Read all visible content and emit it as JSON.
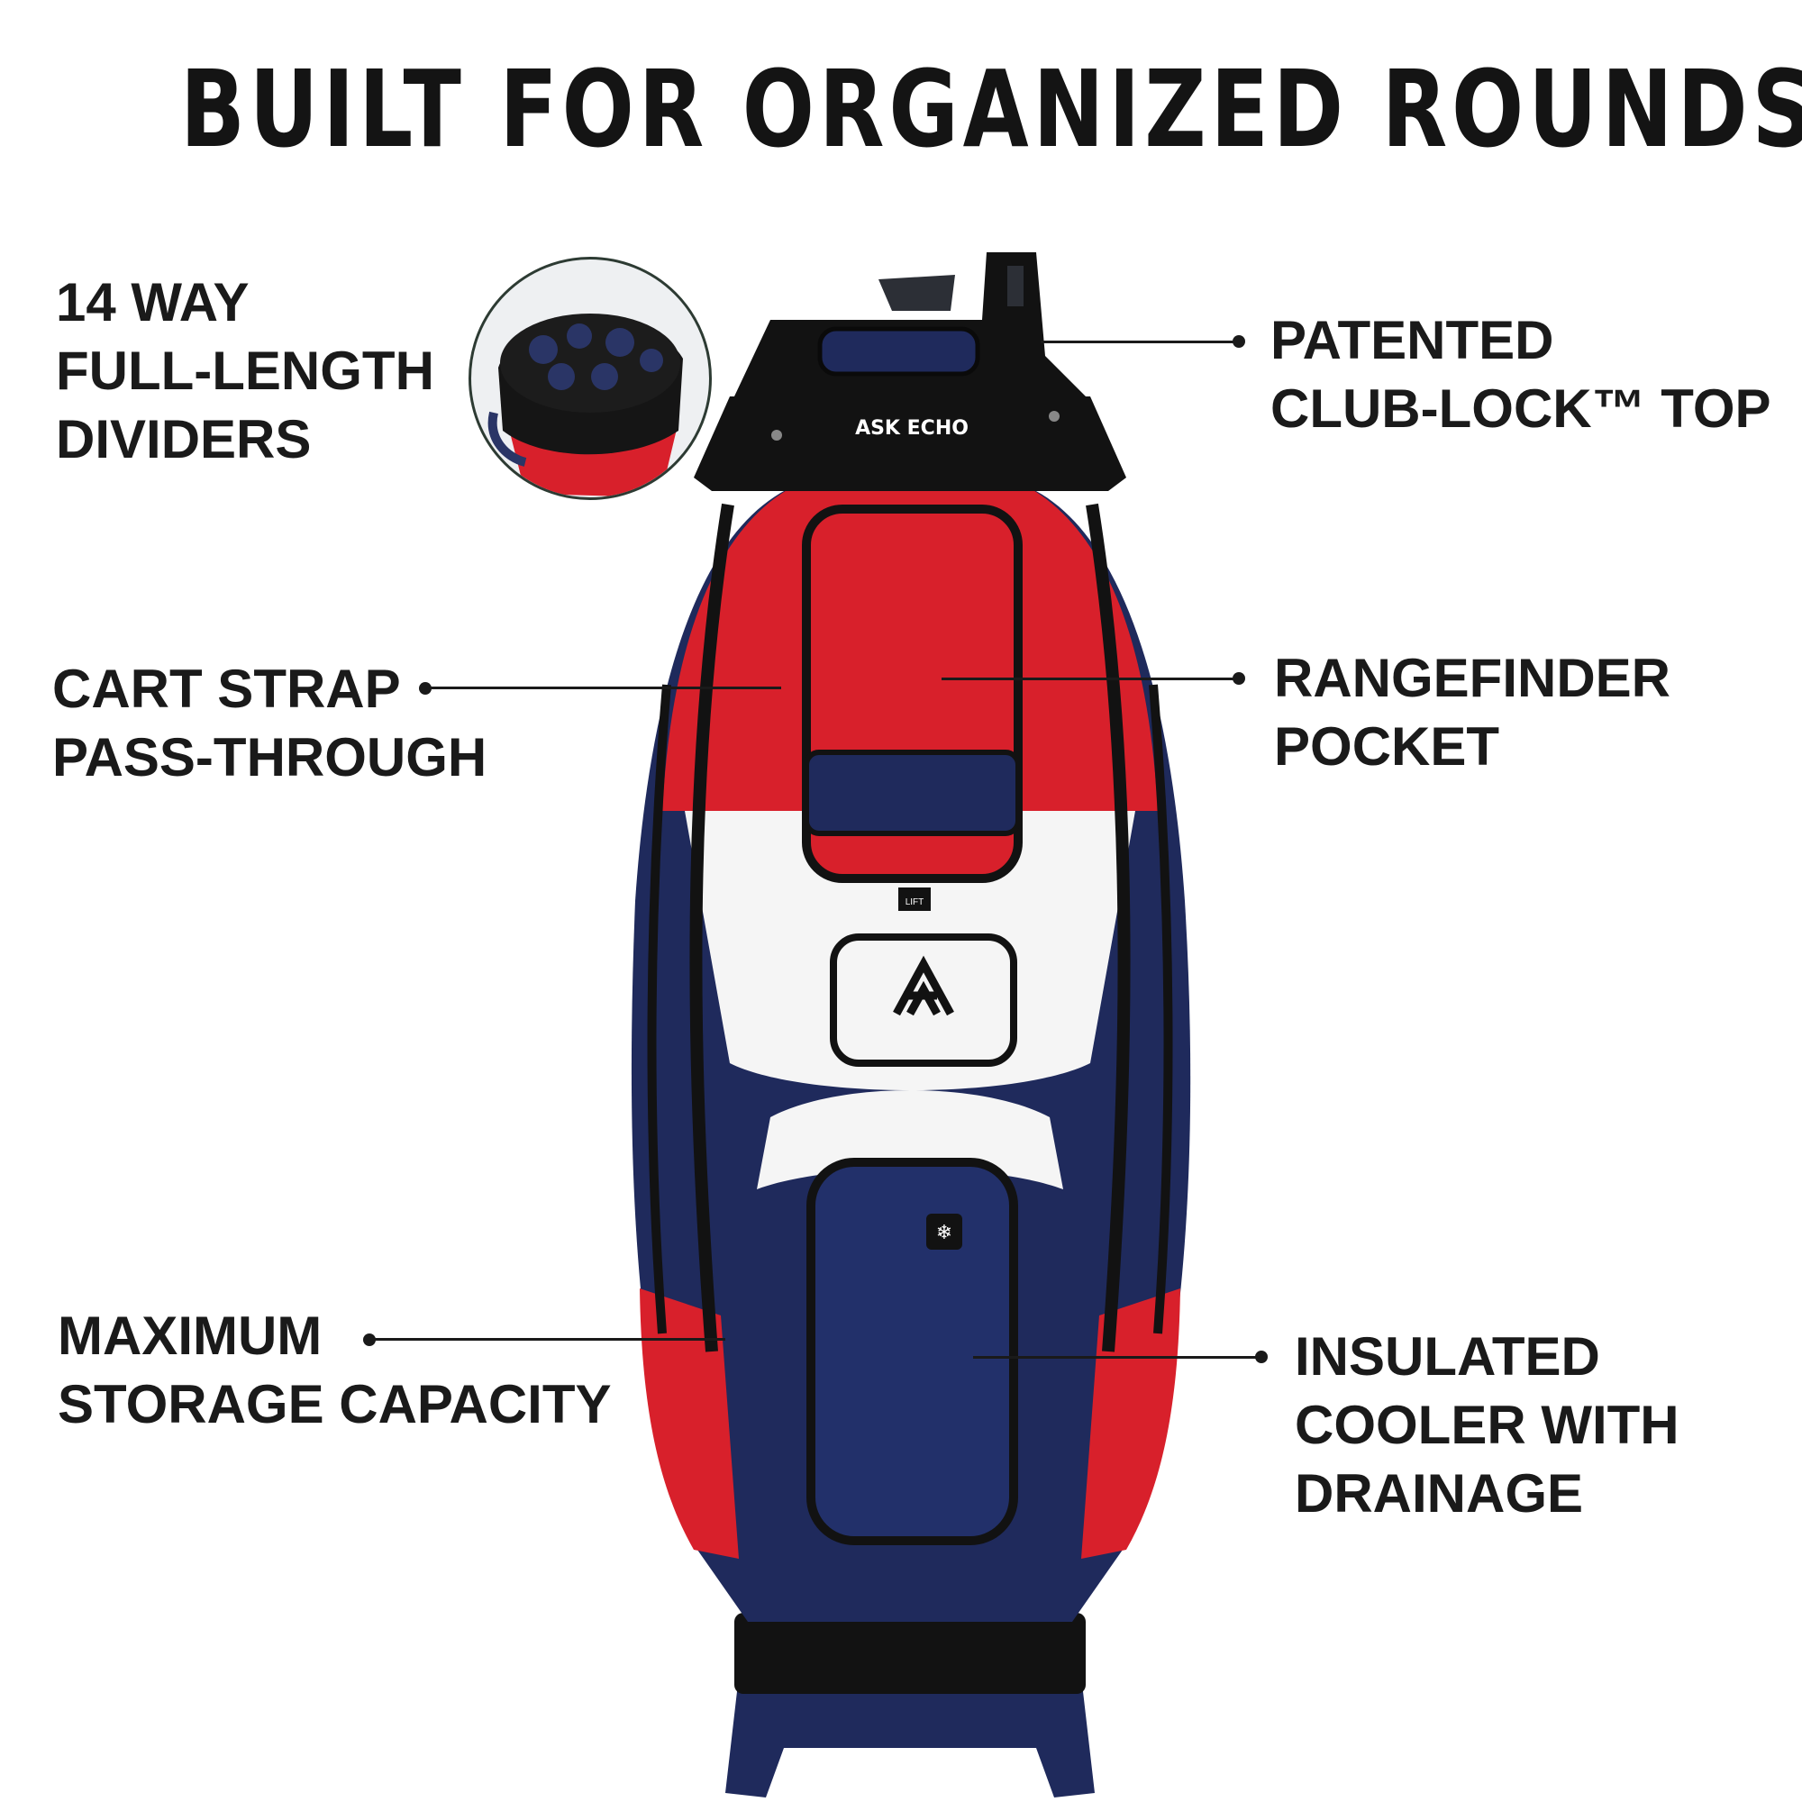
{
  "headline": "BUILT FOR ORGANIZED ROUNDS.",
  "features": {
    "dividers": {
      "line1": "14 WAY",
      "line2": "FULL-LENGTH",
      "line3": "DIVIDERS"
    },
    "club_lock": {
      "line1": "PATENTED",
      "line2": "CLUB-LOCK™ TOP"
    },
    "cart_strap": {
      "line1": "CART STRAP",
      "line2": "PASS-THROUGH"
    },
    "rangefinder": {
      "line1": "RANGEFINDER",
      "line2": "POCKET"
    },
    "storage": {
      "line1": "MAXIMUM",
      "line2": "STORAGE CAPACITY"
    },
    "cooler": {
      "line1": "INSULATED",
      "line2": "COOLER WITH",
      "line3": "DRAINAGE"
    }
  },
  "bag": {
    "brand": "ASK ECHO",
    "lift_tag": "LIFT",
    "colors": {
      "red": "#d8202b",
      "navy": "#1f2a5c",
      "white": "#f5f5f5",
      "black": "#121212"
    }
  }
}
